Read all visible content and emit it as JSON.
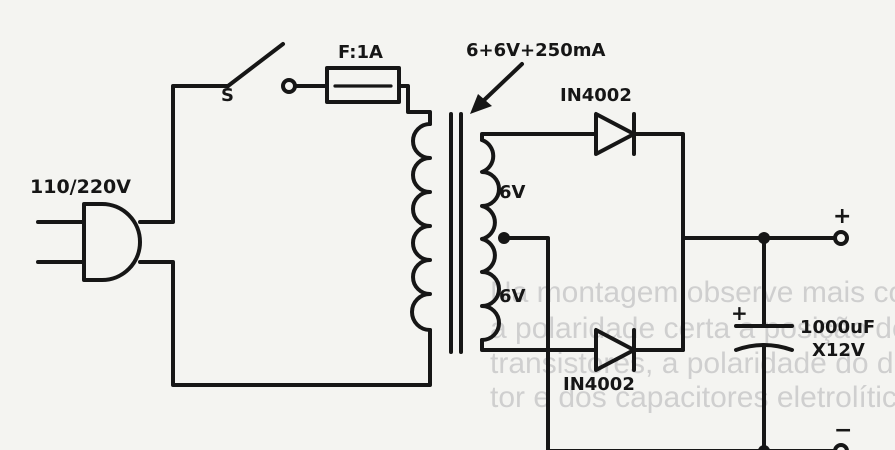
{
  "labels": {
    "mains": "110/220V",
    "switch": "S",
    "fuse": "F:1A",
    "transformer": "6+6V+250mA",
    "tap_upper": "6V",
    "tap_lower": "6V",
    "diode_top": "IN4002",
    "diode_bottom": "IN4002",
    "cap_value": "1000uF",
    "cap_voltage": "X12V",
    "cap_plus": "+",
    "out_plus": "+",
    "out_minus": "−"
  },
  "show_through": {
    "line1": "Na montagem observe mais componentes",
    "line2": "a   polaridade  certa   a  posição  dos",
    "line3": "transistores, a polaridade do diodo detec-",
    "line4": "tor e dos capacitores eletrolíticos."
  },
  "colors": {
    "ink": "#161616",
    "paper": "#f4f4f1",
    "ghost": "#cfcfcf"
  }
}
